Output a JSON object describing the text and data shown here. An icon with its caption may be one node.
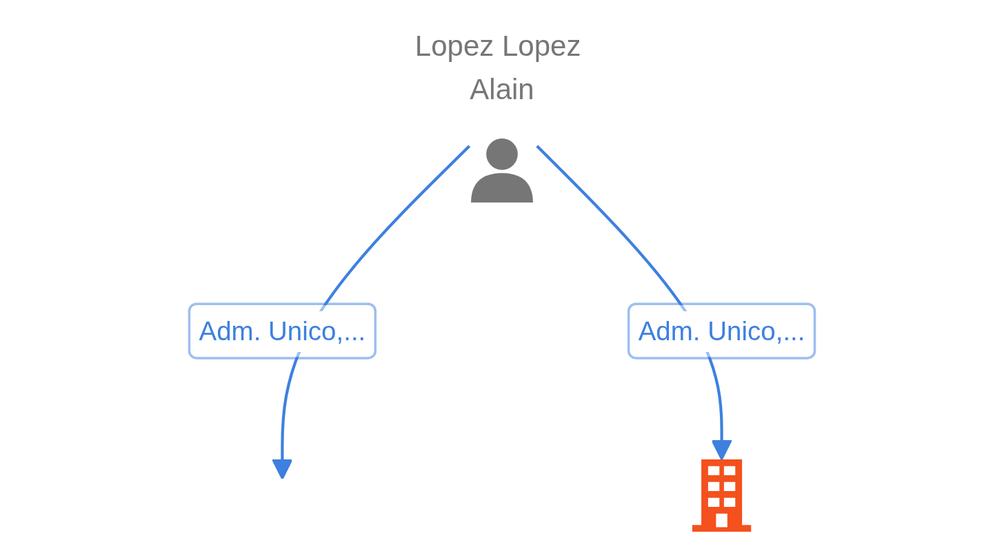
{
  "diagram": {
    "nodes": [
      {
        "text": [
          "Lopez Lopez Alain"
        ]
      },
      {
        "text": [],
        "shape": "building"
      }
    ],
    "edges": [
      {
        "from": 0,
        "to": null,
        "arrow": "to",
        "label": "Adm. Unico,..."
      },
      {
        "from": 0,
        "to": 1,
        "arrow": "to",
        "label": "Adm. Unico,..."
      }
    ]
  }
}
